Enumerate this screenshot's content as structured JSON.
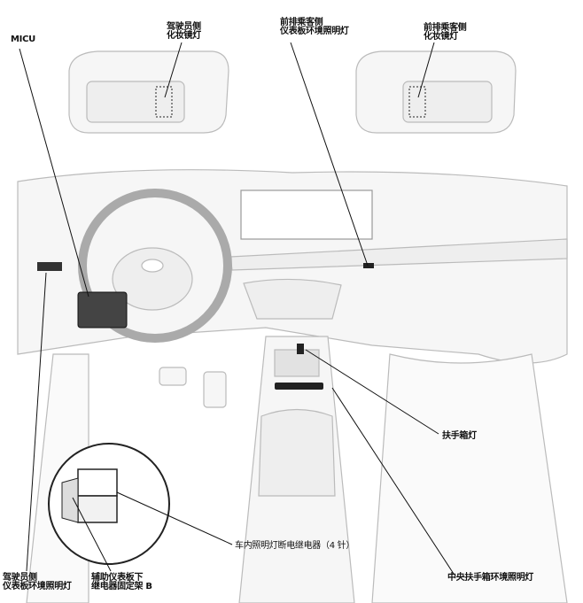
{
  "labels": {
    "micu": "MICU",
    "driver_vanity": [
      "驾驶员侧",
      "化妆镜灯"
    ],
    "passenger_ambient": [
      "前排乘客侧",
      "仪表板环境照明灯"
    ],
    "passenger_vanity": [
      "前排乘客侧",
      "化妆镜灯"
    ],
    "armrest_lamp": "扶手箱灯",
    "relay": "车内照明灯断电继电器（4 针）",
    "center_armrest_ambient": "中央扶手箱环境照明灯",
    "driver_ambient": [
      "驾驶员侧",
      "仪表板环境照明灯"
    ],
    "relay_bracket": [
      "辅助仪表板下",
      "继电器固定架 B"
    ]
  }
}
